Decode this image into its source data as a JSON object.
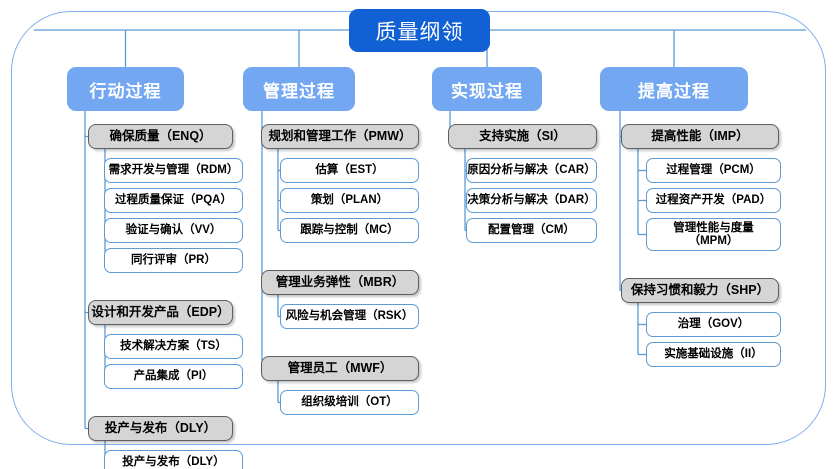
{
  "root": {
    "title": "质量纲领",
    "color": "#1161d4"
  },
  "theme": {
    "frame_border": "#7eb0ec",
    "header_fill": "#74a7f2",
    "group_fill": "#d5d5d5",
    "group_border": "#5e5e5e",
    "leaf_border": "#5b9bd5",
    "connector": "#5b9bd5"
  },
  "columns": [
    {
      "header": "行动过程",
      "groups": [
        {
          "label": "确保质量（ENQ）",
          "items": [
            "需求开发与管理（RDM）",
            "过程质量保证（PQA）",
            "验证与确认（VV）",
            "同行评审（PR）"
          ]
        },
        {
          "label": "设计和开发产品（EDP）",
          "items": [
            "技术解决方案（TS）",
            "产品集成（PI）"
          ]
        },
        {
          "label": "投产与发布（DLY）",
          "items": [
            "投产与发布（DLY）"
          ]
        }
      ]
    },
    {
      "header": "管理过程",
      "groups": [
        {
          "label": "规划和管理工作（PMW）",
          "items": [
            "估算（EST）",
            "策划（PLAN）",
            "跟踪与控制（MC）"
          ]
        },
        {
          "label": "管理业务弹性（MBR）",
          "items": [
            "风险与机会管理（RSK）"
          ]
        },
        {
          "label": "管理员工（MWF）",
          "items": [
            "组织级培训（OT）"
          ]
        }
      ]
    },
    {
      "header": "实现过程",
      "groups": [
        {
          "label": "支持实施（SI）",
          "items": [
            "原因分析与解决（CAR）",
            "决策分析与解决（DAR）",
            "配置管理（CM）"
          ]
        }
      ]
    },
    {
      "header": "提高过程",
      "groups": [
        {
          "label": "提高性能（IMP）",
          "items": [
            "过程管理（PCM）",
            "过程资产开发（PAD）",
            "管理性能与度量\n（MPM）"
          ]
        },
        {
          "label": "保持习惯和毅力（SHP）",
          "items": [
            "治理（GOV）",
            "实施基础设施（II）"
          ]
        }
      ]
    }
  ]
}
